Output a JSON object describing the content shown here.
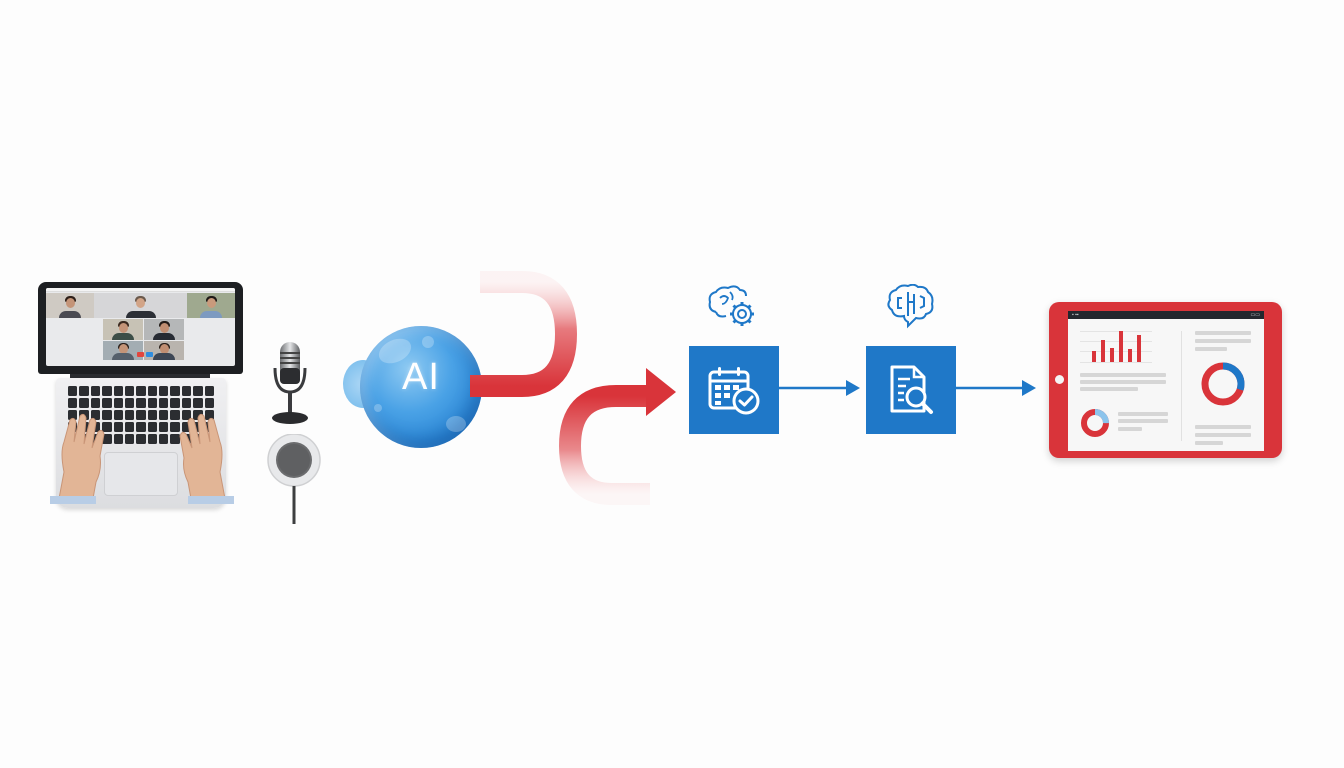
{
  "diagram": {
    "title": "",
    "flow_direction": "left-to-right",
    "colors": {
      "background": "#fdfdfd",
      "ai_blue": "#2a86d6",
      "step_blue": "#1f78c8",
      "arrow_red": "#d9343a",
      "connector_blue": "#1f78c8",
      "tablet_red": "#d9343a",
      "chart_blue": "#1f78c8",
      "chart_light_blue": "#8cc4ec"
    },
    "nodes": [
      {
        "id": "meeting",
        "kind": "laptop-video-call",
        "description": "Laptop with video conference grid, hands typing",
        "participants": 7
      },
      {
        "id": "audio",
        "kind": "microphone-and-speaker",
        "description": "Desk microphone and round conference speaker"
      },
      {
        "id": "ai",
        "kind": "ai-bubble",
        "label": "AI"
      },
      {
        "id": "scheduling",
        "kind": "step",
        "icon": "calendar-check-icon",
        "badge_icon": "brain-gear-icon"
      },
      {
        "id": "analysis",
        "kind": "step",
        "icon": "document-search-icon",
        "badge_icon": "brain-circuit-icon"
      },
      {
        "id": "dashboard",
        "kind": "tablet-dashboard",
        "description": "Tablet with bar chart, donut charts and text lines"
      }
    ],
    "edges": [
      {
        "from": "ai",
        "to": "scheduling",
        "style": "curved-red-arrow"
      },
      {
        "from": "scheduling",
        "to": "analysis",
        "style": "blue-arrow"
      },
      {
        "from": "analysis",
        "to": "dashboard",
        "style": "blue-arrow"
      }
    ]
  },
  "ai": {
    "label": "AI"
  },
  "tablet": {
    "statusbar_left": "▪ ▪▪",
    "statusbar_right": "▭▭",
    "bar_chart_values": [
      12,
      24,
      16,
      34,
      14,
      30
    ],
    "donut_large": {
      "red_pct": 70,
      "blue_pct": 30
    },
    "donut_small": {
      "red_pct": 75,
      "light_blue_pct": 25
    }
  }
}
